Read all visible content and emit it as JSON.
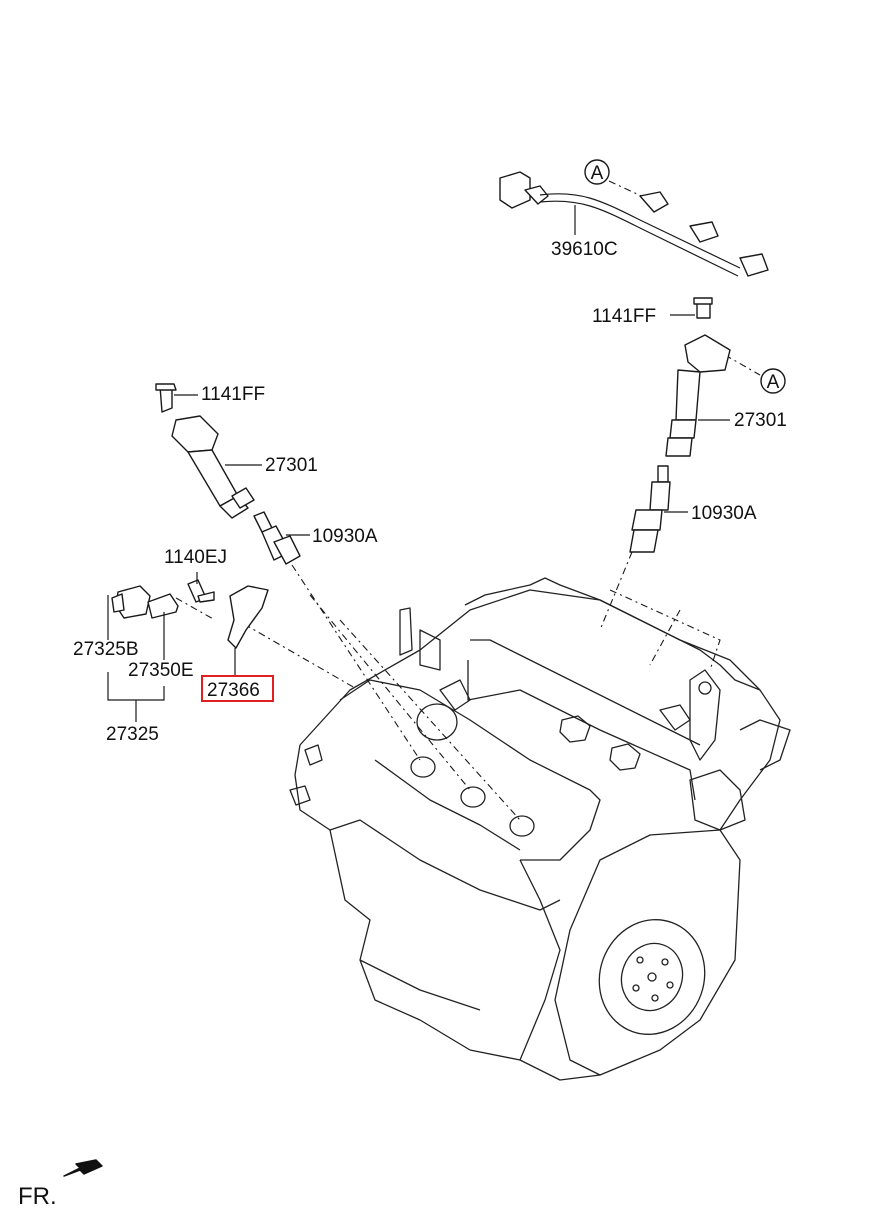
{
  "labels": {
    "harness": "39610C",
    "bolt_right": "1141FF",
    "coil_right": "27301",
    "plug_right": "10930A",
    "bolt_left": "1141FF",
    "coil_left": "27301",
    "plug_left": "10930A",
    "bolt_sensor": "1140EJ",
    "sensor_a": "27325B",
    "sensor_b": "27350E",
    "sensor_assy": "27325",
    "bracket_highlighted": "27366"
  },
  "callouts": {
    "ref_top": "A",
    "ref_right": "A"
  },
  "direction": {
    "label": "FR."
  },
  "colors": {
    "highlight": "#e02020",
    "line": "#1a1a1a"
  }
}
